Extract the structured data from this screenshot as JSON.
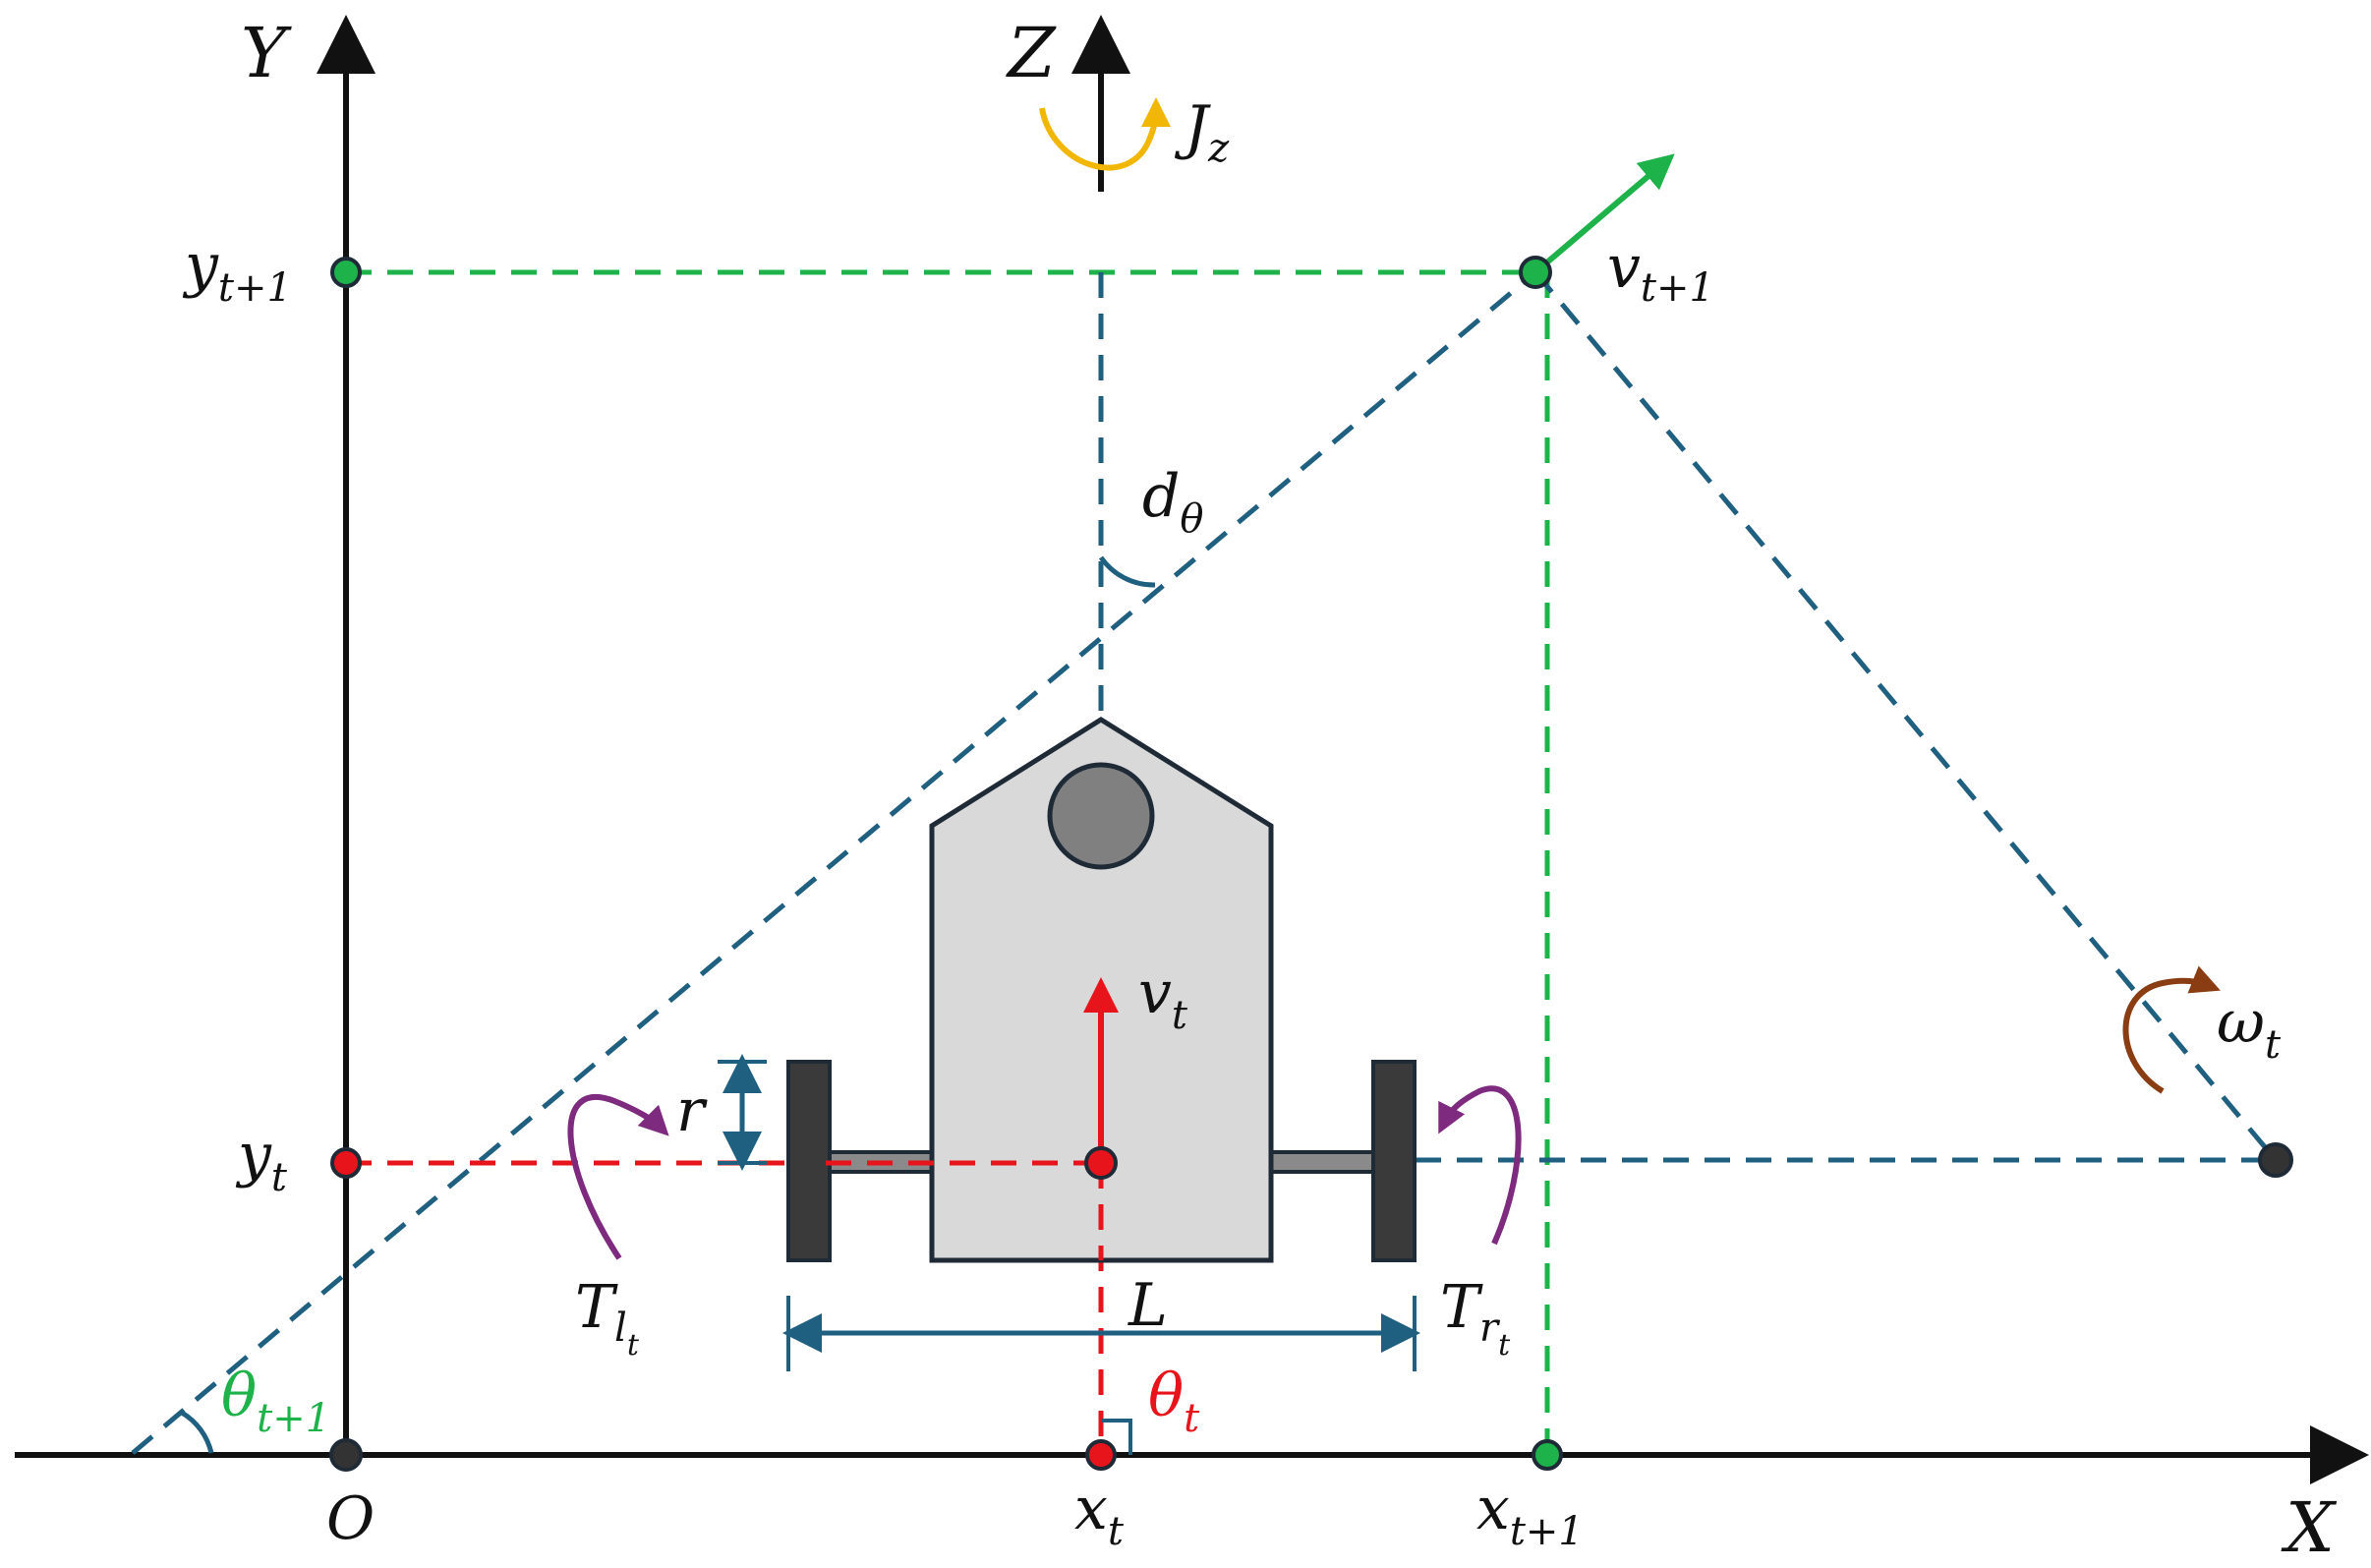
{
  "axes": {
    "x_label": "X",
    "y_label": "Y",
    "z_label": "Z",
    "origin_label": "O"
  },
  "labels": {
    "y_t1": {
      "base": "y",
      "sub": "t+1"
    },
    "y_t": {
      "base": "y",
      "sub": "t"
    },
    "x_t": {
      "base": "x",
      "sub": "t"
    },
    "x_t1": {
      "base": "x",
      "sub": "t+1"
    },
    "v_t1": {
      "base": "v",
      "sub": "t+1"
    },
    "v_t": {
      "base": "v",
      "sub": "t"
    },
    "omega_t": {
      "base": "ω",
      "sub": "t"
    },
    "J_z": {
      "base": "J",
      "sub": "z"
    },
    "d_theta": {
      "base": "d",
      "sub": "θ"
    },
    "theta_t": {
      "base": "θ",
      "sub": "t"
    },
    "theta_t1": {
      "base": "θ",
      "sub": "t+1"
    },
    "T_l": {
      "base": "T",
      "sub": "l",
      "subsub": "t"
    },
    "T_r": {
      "base": "T",
      "sub": "r",
      "subsub": "t"
    },
    "L": "L",
    "r": "r"
  },
  "colors": {
    "axis": "#111111",
    "teal": "#1f5f80",
    "green": "#1db24a",
    "red": "#e8141b",
    "purple": "#7e2a7e",
    "brown": "#8a3d12",
    "gold": "#f2b705",
    "robot_fill": "#d9d9d9",
    "robot_stroke": "#1e2a36",
    "wheel": "#3a3a3a"
  }
}
